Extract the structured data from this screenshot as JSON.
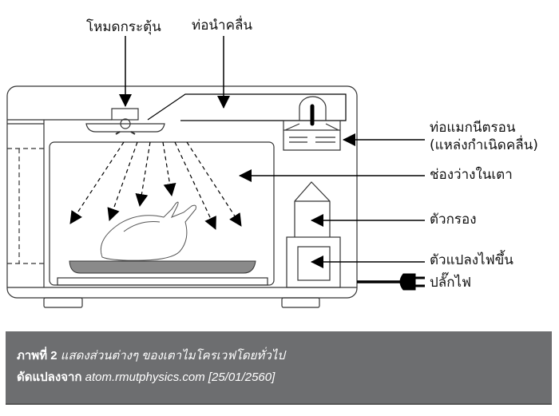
{
  "labels": {
    "mode_stirrer": "โหมดกระตุ้น",
    "waveguide": "ท่อนำคลื่น",
    "magnetron_line1": "ท่อแมกนีตรอน",
    "magnetron_line2": "(แหล่งกำเนิดคลื่น)",
    "cavity": "ช่องว่างในเตา",
    "filter": "ตัวกรอง",
    "transformer": "ตัวแปลงไฟขึ้น",
    "plug": "ปลั๊กไฟ"
  },
  "caption": {
    "figure_label": "ภาพที่ 2",
    "figure_text": "แสดงส่วนต่างๆ ของเตาไมโครเวฟโดยทั่วไป",
    "source_label": "ดัดแปลงจาก",
    "source_text": "atom.rmutphysics.com [25/01/2560]"
  },
  "colors": {
    "caption_bg": "#6d6e70",
    "tray": "#8a8a8a"
  }
}
